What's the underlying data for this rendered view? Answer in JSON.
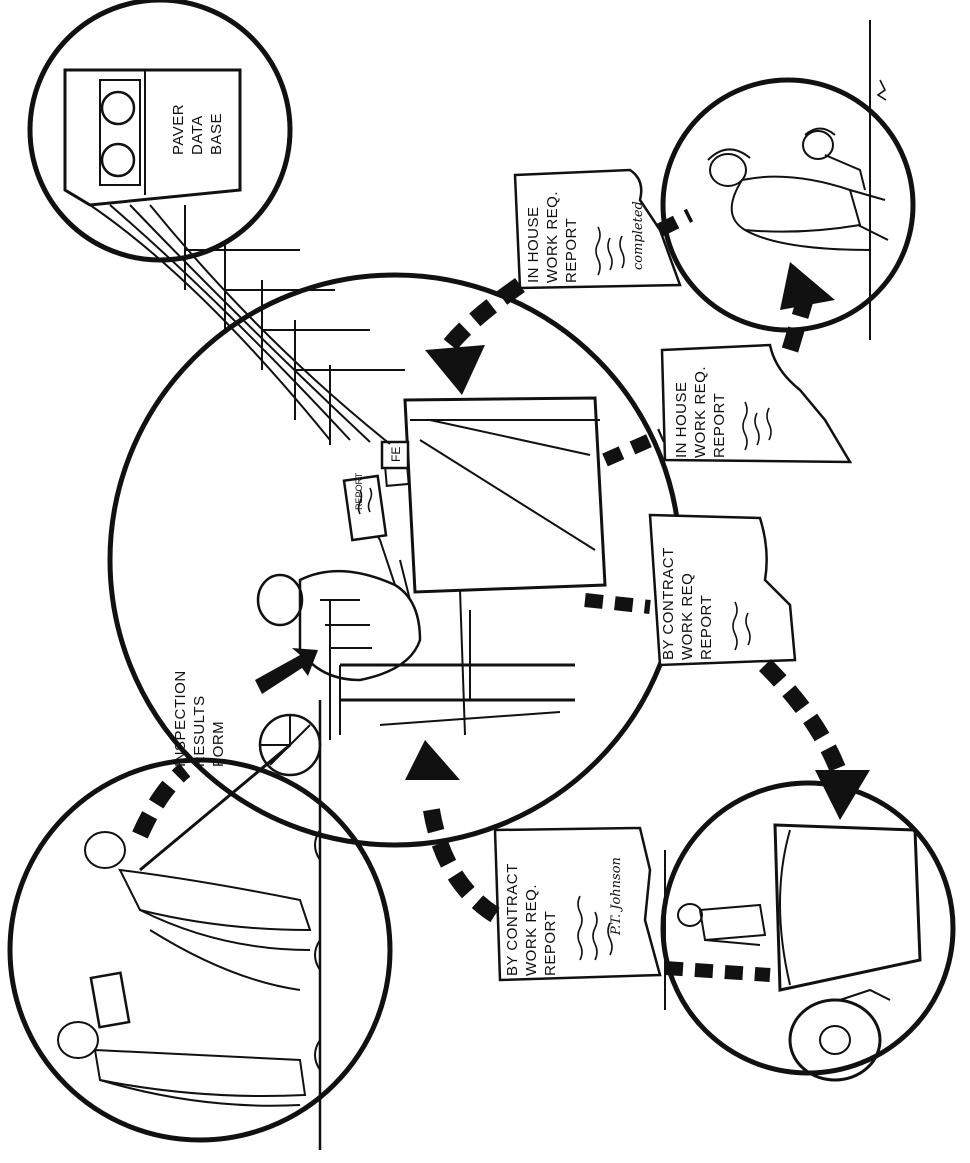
{
  "labels": {
    "paver_database": [
      "PAVER",
      "DATA",
      "BASE"
    ],
    "inspection_form": [
      "INSPECTION",
      "RESULTS",
      "FORM"
    ],
    "inhouse_completed": [
      "IN HOUSE",
      "WORK REQ.",
      "REPORT"
    ],
    "inhouse_outgoing": [
      "IN HOUSE",
      "WORK REQ.",
      "REPORT"
    ],
    "contract_outgoing": [
      "BY CONTRACT",
      "WORK REQ",
      "REPORT"
    ],
    "contract_returned": [
      "BY CONTRACT",
      "WORK REQ.",
      "REPORT"
    ]
  },
  "annotations": {
    "completed_stamp": "completed",
    "signature": "P.T. Johnson",
    "desk_card": "FE",
    "form_tag": "REPORT"
  }
}
